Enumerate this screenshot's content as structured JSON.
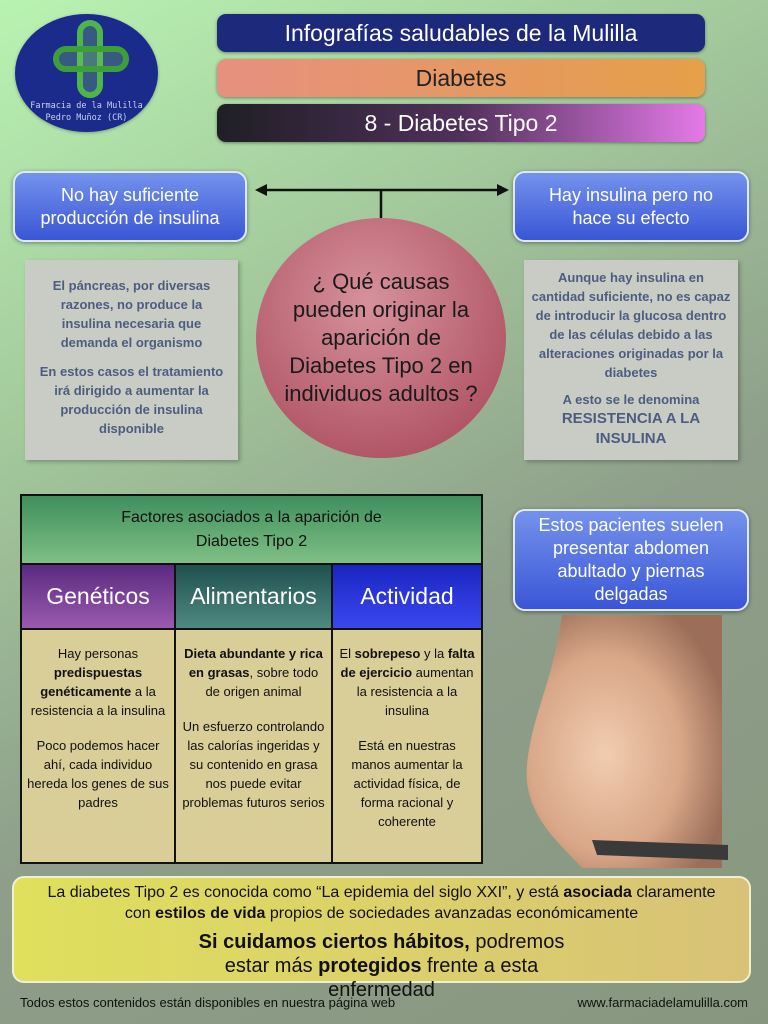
{
  "logo": {
    "line1": "Farmacia de la Mulilla",
    "line2": "Pedro Muñoz (CR)"
  },
  "header": {
    "title": "Infografías saludables de la Mulilla",
    "topic": "Diabetes",
    "subtitle": "8 - Diabetes Tipo 2"
  },
  "causes": {
    "left_title": "No hay suficiente producción de insulina",
    "right_title": "Hay insulina pero no hace su efecto",
    "question": "¿ Qué causas pueden originar la aparición de Diabetes Tipo 2 en individuos adultos ?",
    "left_p1": "El páncreas, por diversas razones, no produce la insulina necesaria que demanda el organismo",
    "left_p2": "En estos casos el tratamiento irá dirigido a aumentar la producción de insulina disponible",
    "right_p1": "Aunque hay insulina en cantidad suficiente, no es capaz de introducir la glucosa dentro de las células debido a las alteraciones originadas por la diabetes",
    "right_p2": "A esto se le denomina",
    "right_p3": "RESISTENCIA A LA INSULINA"
  },
  "factors": {
    "title": "Factores asociados a la aparición de Diabetes Tipo 2",
    "columns": [
      {
        "label": "Genéticos",
        "color": "#7a3a9a",
        "paragraphs": [
          [
            {
              "t": "Hay personas "
            },
            {
              "t": "predispuestas genéticamente",
              "b": true
            },
            {
              "t": " a la resistencia a la insulina"
            }
          ],
          [
            {
              "t": "Poco podemos hacer ahí, cada individuo hereda los genes de sus padres"
            }
          ]
        ]
      },
      {
        "label": "Alimentarios",
        "color": "#2f6a6a",
        "paragraphs": [
          [
            {
              "t": "Dieta abundante y rica en grasas",
              "b": true
            },
            {
              "t": ", sobre todo de origen animal"
            }
          ],
          [
            {
              "t": "Un esfuerzo controlando las calorías ingeridas y su contenido en grasa nos puede evitar problemas futuros serios"
            }
          ]
        ]
      },
      {
        "label": "Actividad",
        "color": "#2a35d8",
        "paragraphs": [
          [
            {
              "t": "El "
            },
            {
              "t": "sobrepeso",
              "b": true
            },
            {
              "t": " y la "
            },
            {
              "t": "falta de ejercicio",
              "b": true
            },
            {
              "t": " aumentan la resistencia a la insulina"
            }
          ],
          [
            {
              "t": "Está en nuestras manos aumentar la actividad física, de forma racional y coherente"
            }
          ]
        ]
      }
    ]
  },
  "patients": {
    "text": "Estos pacientes suelen presentar abdomen abultado y piernas delgadas"
  },
  "summary": {
    "line1": [
      {
        "t": "La diabetes Tipo 2 es conocida como “La epidemia del siglo XXI”, y está "
      },
      {
        "t": "asociada",
        "b": true
      },
      {
        "t": " claramente con "
      },
      {
        "t": "estilos de vida",
        "b": true
      },
      {
        "t": " propios de sociedades avanzadas económicamente"
      }
    ],
    "line2": [
      {
        "t": "Si cuidamos ciertos hábitos,",
        "b": true
      },
      {
        "t": " podremos estar más "
      },
      {
        "t": "protegidos",
        "b": true
      },
      {
        "t": " frente a esta enfermedad"
      }
    ]
  },
  "footer": {
    "left": "Todos estos contenidos están disponibles en nuestra página web",
    "right": "www.farmaciadelamulilla.com"
  }
}
